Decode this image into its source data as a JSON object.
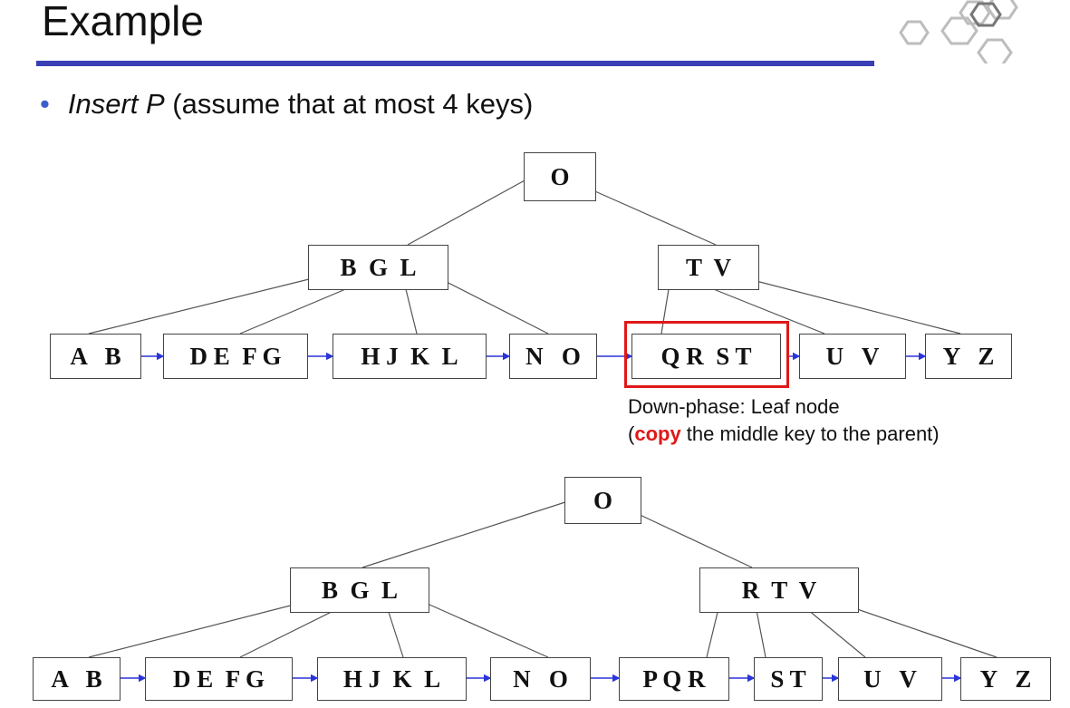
{
  "slide": {
    "title": "Example",
    "bullet_action": "Insert P",
    "bullet_rest": " (assume that at most 4 keys)"
  },
  "tree_before": {
    "root": "O",
    "internal": [
      "B  G  L",
      "T  V"
    ],
    "leaves": [
      "A   B",
      "D E  F G",
      "H J  K  L",
      "N   O",
      "Q R  S T",
      "U   V",
      "Y   Z"
    ]
  },
  "annotation": {
    "line1": "Down-phase: Leaf node",
    "line2_open": "(",
    "line2_copy": "copy",
    "line2_rest": " the middle key to the parent)"
  },
  "tree_after": {
    "root": "O",
    "internal": [
      "B  G  L",
      "R  T  V"
    ],
    "leaves": [
      "A   B",
      "D E  F G",
      "H J  K  L",
      "N   O",
      "P Q R",
      "S T",
      "U   V",
      "Y   Z"
    ]
  },
  "colors": {
    "title_rule": "#3a3fb5",
    "highlight": "#e01818",
    "leaf_link_arrow": "#2a35d8",
    "tree_line": "#555555"
  }
}
